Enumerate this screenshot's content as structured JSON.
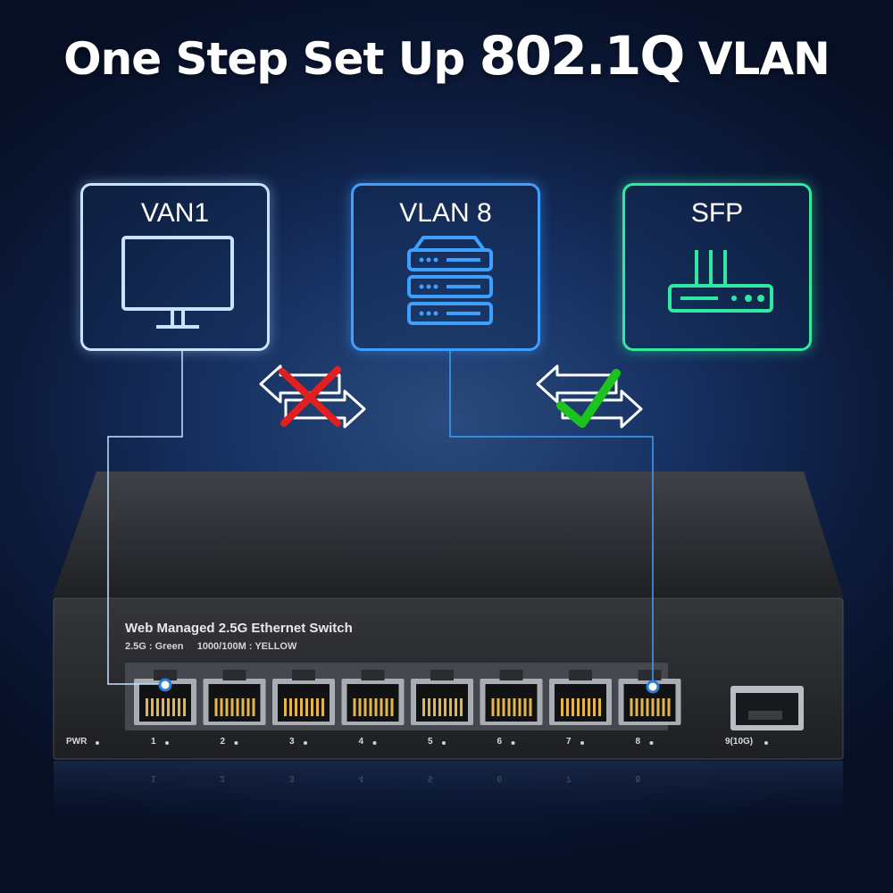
{
  "headline": {
    "part1": "One Step Set Up",
    "part2": "802.1Q",
    "part3": "VLAN"
  },
  "boxes": [
    {
      "label": "VAN1",
      "icon": "monitor-icon",
      "color": "#c8e2ff"
    },
    {
      "label": "VLAN 8",
      "icon": "server-icon",
      "color": "#3da0ff"
    },
    {
      "label": "SFP",
      "icon": "router-icon",
      "color": "#2fe9a0"
    }
  ],
  "links": [
    {
      "between": "VAN1 - VLAN 8",
      "status": "blocked",
      "mark": "cross-icon",
      "color": "#e02020"
    },
    {
      "between": "VLAN 8 - SFP",
      "status": "allowed",
      "mark": "check-icon",
      "color": "#1ec21e"
    }
  ],
  "switch": {
    "model": "Web Managed 2.5G Ethernet Switch",
    "leds": "2.5G : Green     1000/100M : YELLOW",
    "pwr_label": "PWR",
    "ports": [
      "1",
      "2",
      "3",
      "4",
      "5",
      "6",
      "7",
      "8"
    ],
    "sfp_label": "9(10G)",
    "connected_ports": [
      "1",
      "8"
    ]
  }
}
